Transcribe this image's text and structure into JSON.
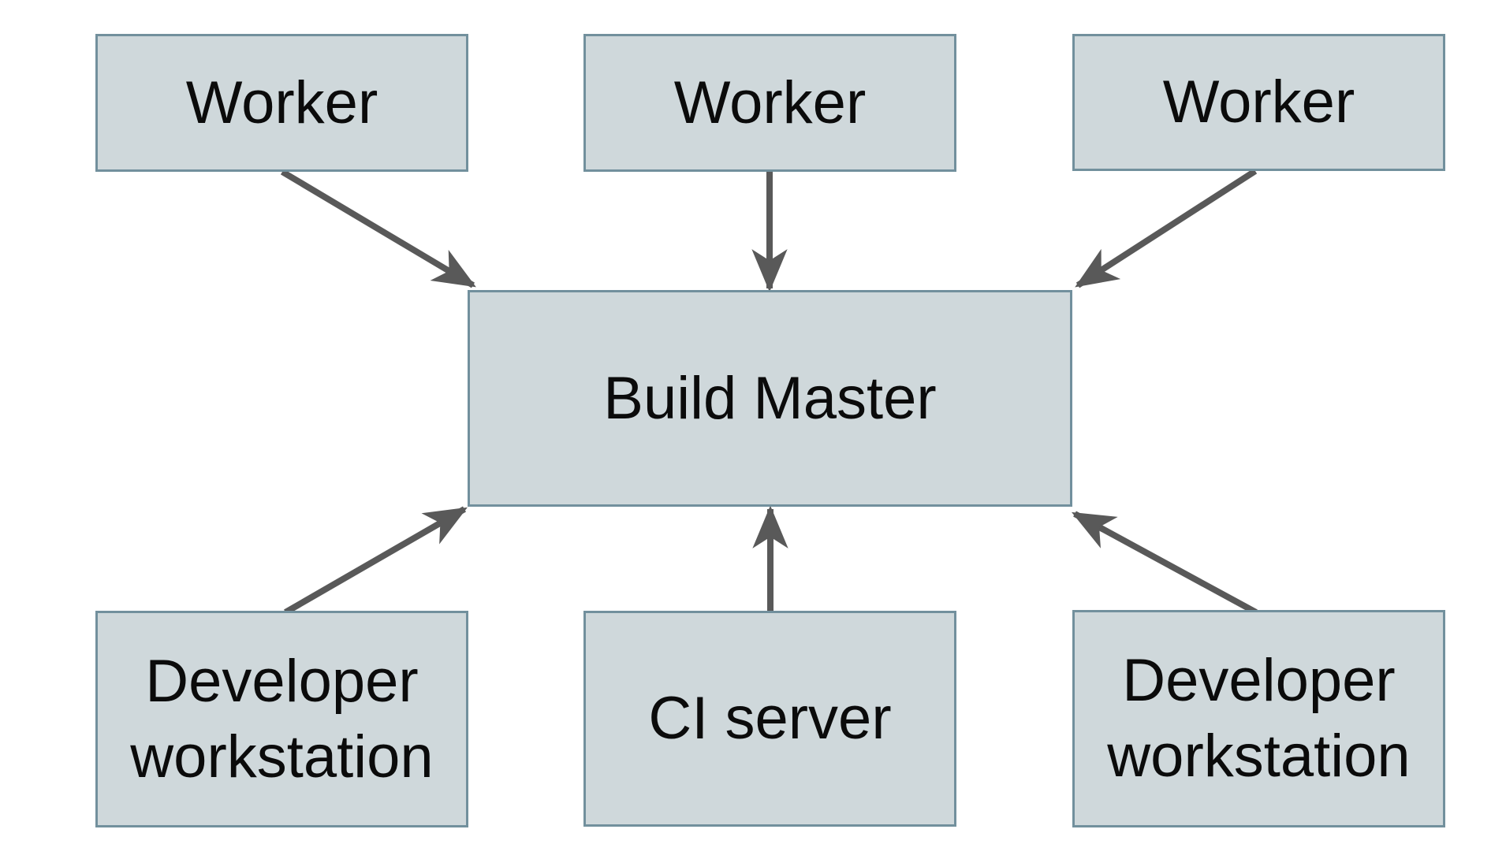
{
  "diagram": {
    "type": "flowchart",
    "colors": {
      "background": "#ffffff",
      "node_fill": "#cfd8db",
      "node_border": "#72909d",
      "arrow": "#595959",
      "text": "#0b0b0b"
    },
    "nodes": [
      {
        "id": "worker-1",
        "label": "Worker"
      },
      {
        "id": "worker-2",
        "label": "Worker"
      },
      {
        "id": "worker-3",
        "label": "Worker"
      },
      {
        "id": "build-master",
        "label": "Build Master"
      },
      {
        "id": "developer-workstation-left",
        "label": "Developer workstation"
      },
      {
        "id": "ci-server",
        "label": "CI server"
      },
      {
        "id": "developer-workstation-right",
        "label": "Developer workstation"
      }
    ],
    "edges": [
      {
        "from": "worker-1",
        "to": "build-master"
      },
      {
        "from": "worker-2",
        "to": "build-master"
      },
      {
        "from": "worker-3",
        "to": "build-master"
      },
      {
        "from": "developer-workstation-left",
        "to": "build-master"
      },
      {
        "from": "ci-server",
        "to": "build-master"
      },
      {
        "from": "developer-workstation-right",
        "to": "build-master"
      }
    ]
  }
}
